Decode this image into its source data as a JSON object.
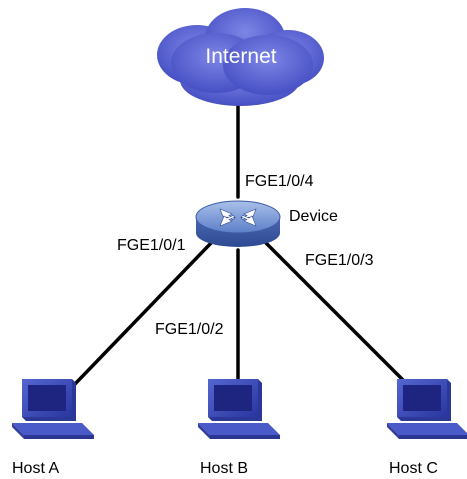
{
  "cloud": {
    "label": "Internet",
    "icon": "cloud-icon",
    "color": "#5a64d2"
  },
  "device": {
    "label": "Device",
    "icon": "switch-icon",
    "color": "#5b7fc6"
  },
  "ports": {
    "uplink": "FGE1/0/4",
    "host_a": "FGE1/0/1",
    "host_b": "FGE1/0/2",
    "host_c": "FGE1/0/3"
  },
  "hosts": [
    {
      "label": "Host A",
      "icon": "computer-icon"
    },
    {
      "label": "Host B",
      "icon": "computer-icon"
    },
    {
      "label": "Host C",
      "icon": "computer-icon"
    }
  ],
  "colors": {
    "link": "#000000",
    "computer": "#3a4cb8"
  }
}
